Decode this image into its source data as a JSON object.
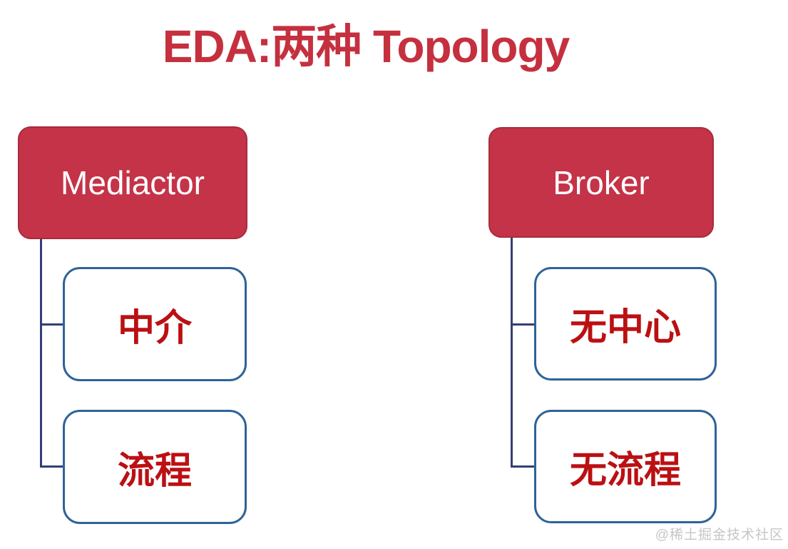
{
  "title": {
    "text": "EDA:两种 Topology"
  },
  "trees": [
    {
      "root": {
        "label": "Mediactor"
      },
      "children": [
        {
          "label": "中介"
        },
        {
          "label": "流程"
        }
      ]
    },
    {
      "root": {
        "label": "Broker"
      },
      "children": [
        {
          "label": "无中心"
        },
        {
          "label": "无流程"
        }
      ]
    }
  ],
  "watermark": {
    "text": "@稀土掘金技术社区"
  },
  "colors": {
    "background": "#ffffff",
    "title-red": "#c5303f",
    "node-red-fill": "#c43348",
    "node-red-border": "#a82b3c",
    "node-text-white": "#ffffff",
    "child-text-red": "#bb1013",
    "child-border-blue": "#2e6399",
    "connector-navy": "#333f73",
    "watermark-gray": "#c6c6ca"
  }
}
